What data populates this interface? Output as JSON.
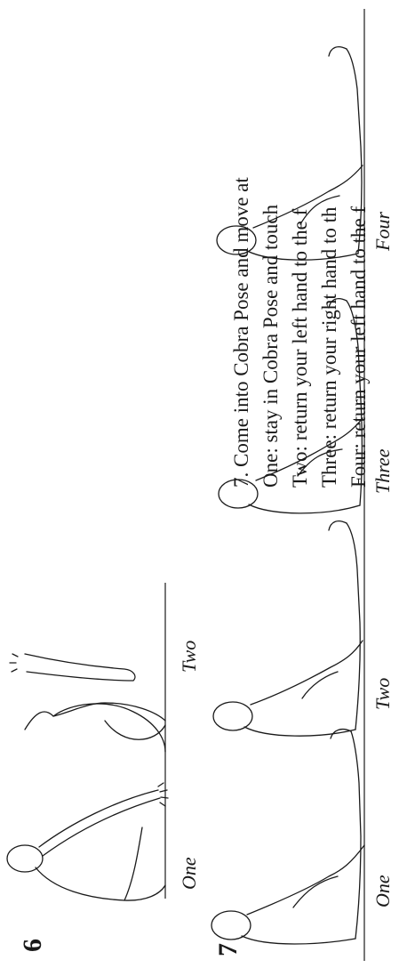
{
  "step6": {
    "number": "6",
    "captions": [
      "One",
      "Two"
    ]
  },
  "step7": {
    "number": "7",
    "instructions": [
      "7. Come into Cobra Pose and move at",
      "One: stay in Cobra Pose and touch",
      "Two: return your left hand to the f",
      "Three: return your right hand to th",
      "Four: return your left hand to the f"
    ],
    "captions": [
      "One",
      "Two",
      "Three",
      "Four"
    ]
  }
}
